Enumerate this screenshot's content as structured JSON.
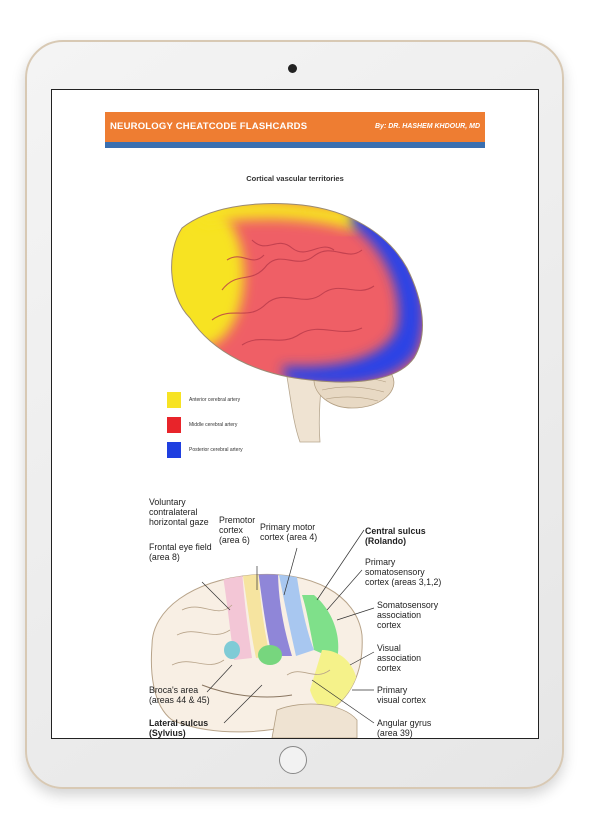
{
  "header": {
    "title": "NEUROLOGY CHEATCODE FLASHCARDS",
    "author": "By: DR. HASHEM KHDOUR, MD",
    "accent_color": "#ee7d32",
    "strip_color": "#3a6fb0"
  },
  "figure1": {
    "title": "Cortical vascular territories",
    "legend": [
      {
        "label": "Anterior cerebral artery",
        "color": "#f7e324"
      },
      {
        "label": "Middle cerebral artery",
        "color": "#e8242a"
      },
      {
        "label": "Posterior cerebral artery",
        "color": "#1f3fe0"
      }
    ]
  },
  "figure2": {
    "labels": {
      "gaze": [
        "Voluntary",
        "contralateral",
        "horizontal gaze"
      ],
      "fef": [
        "Frontal eye field",
        "(area 8)"
      ],
      "premotor": [
        "Premotor",
        "cortex",
        "(area 6)"
      ],
      "motor": [
        "Primary motor",
        "cortex (area 4)"
      ],
      "central": [
        "Central sulcus",
        "(Rolando)"
      ],
      "somato": [
        "Primary",
        "somatosensory",
        "cortex (areas 3,1,2)"
      ],
      "assoc": [
        "Somatosensory",
        "association",
        "cortex"
      ],
      "visual_assoc": [
        "Visual",
        "association",
        "cortex"
      ],
      "visual": [
        "Primary",
        "visual cortex"
      ],
      "broca": [
        "Broca's area",
        "(areas 44 & 45)"
      ],
      "angular": [
        "Angular gyrus",
        "(area 39)"
      ],
      "lateral": [
        "Lateral sulcus",
        "(Sylvius)"
      ]
    }
  }
}
